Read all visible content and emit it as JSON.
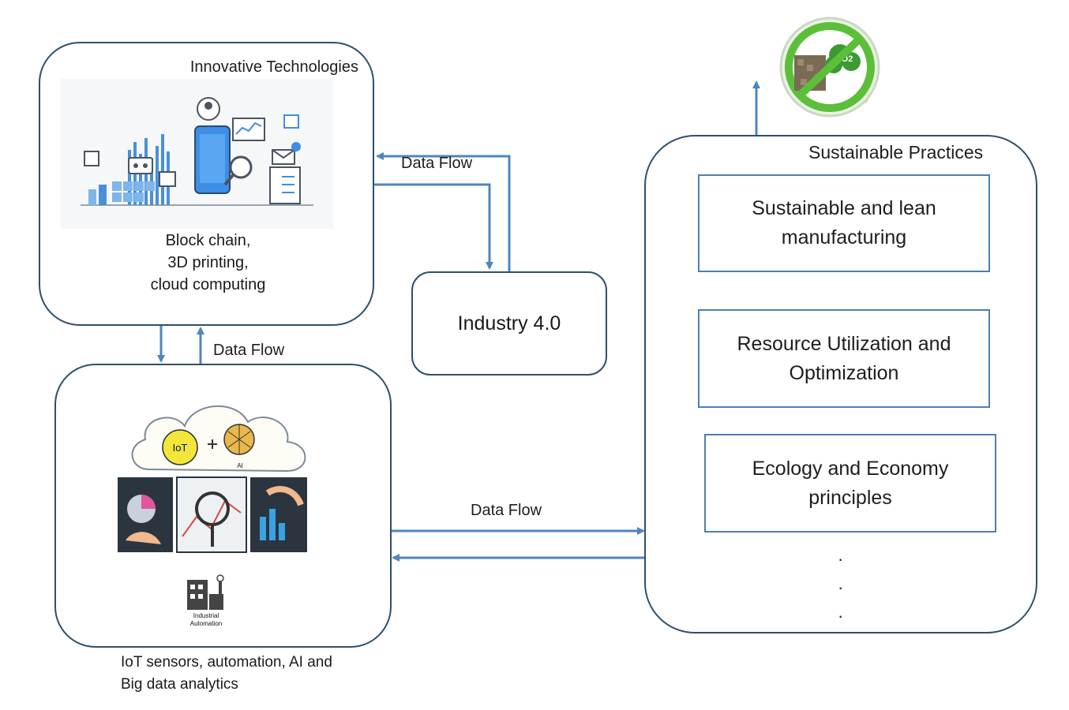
{
  "innovative": {
    "title": "Innovative Technologies",
    "caption_lines": [
      "Block chain,",
      "3D printing,",
      "cloud computing"
    ]
  },
  "industry": {
    "label": "Industry 4.0"
  },
  "iot": {
    "iot_badge": "IoT",
    "ai_label": "AI",
    "automation_label_1": "Industrial",
    "automation_label_2": "Automation",
    "caption_lines": [
      "IoT sensors, automation, AI and",
      "Big data analytics"
    ]
  },
  "sustainable": {
    "title": "Sustainable Practices",
    "practices": [
      {
        "line1": "Sustainable and lean",
        "line2": "manufacturing"
      },
      {
        "line1": "Resource Utilization and",
        "line2": "Optimization"
      },
      {
        "line1": "Ecology and Economy",
        "line2": "principles"
      }
    ],
    "ellipsis": [
      "·",
      "·",
      "·"
    ]
  },
  "flows": {
    "top": "Data Flow",
    "left": "Data Flow",
    "bottom": "Data Flow"
  },
  "badge": {
    "text": "CO2"
  },
  "colors": {
    "arrow": "#4f86bf",
    "box_border": "#2e4f6e",
    "rect_border": "#4d7fb0",
    "badge_green": "#5cbf3a"
  }
}
